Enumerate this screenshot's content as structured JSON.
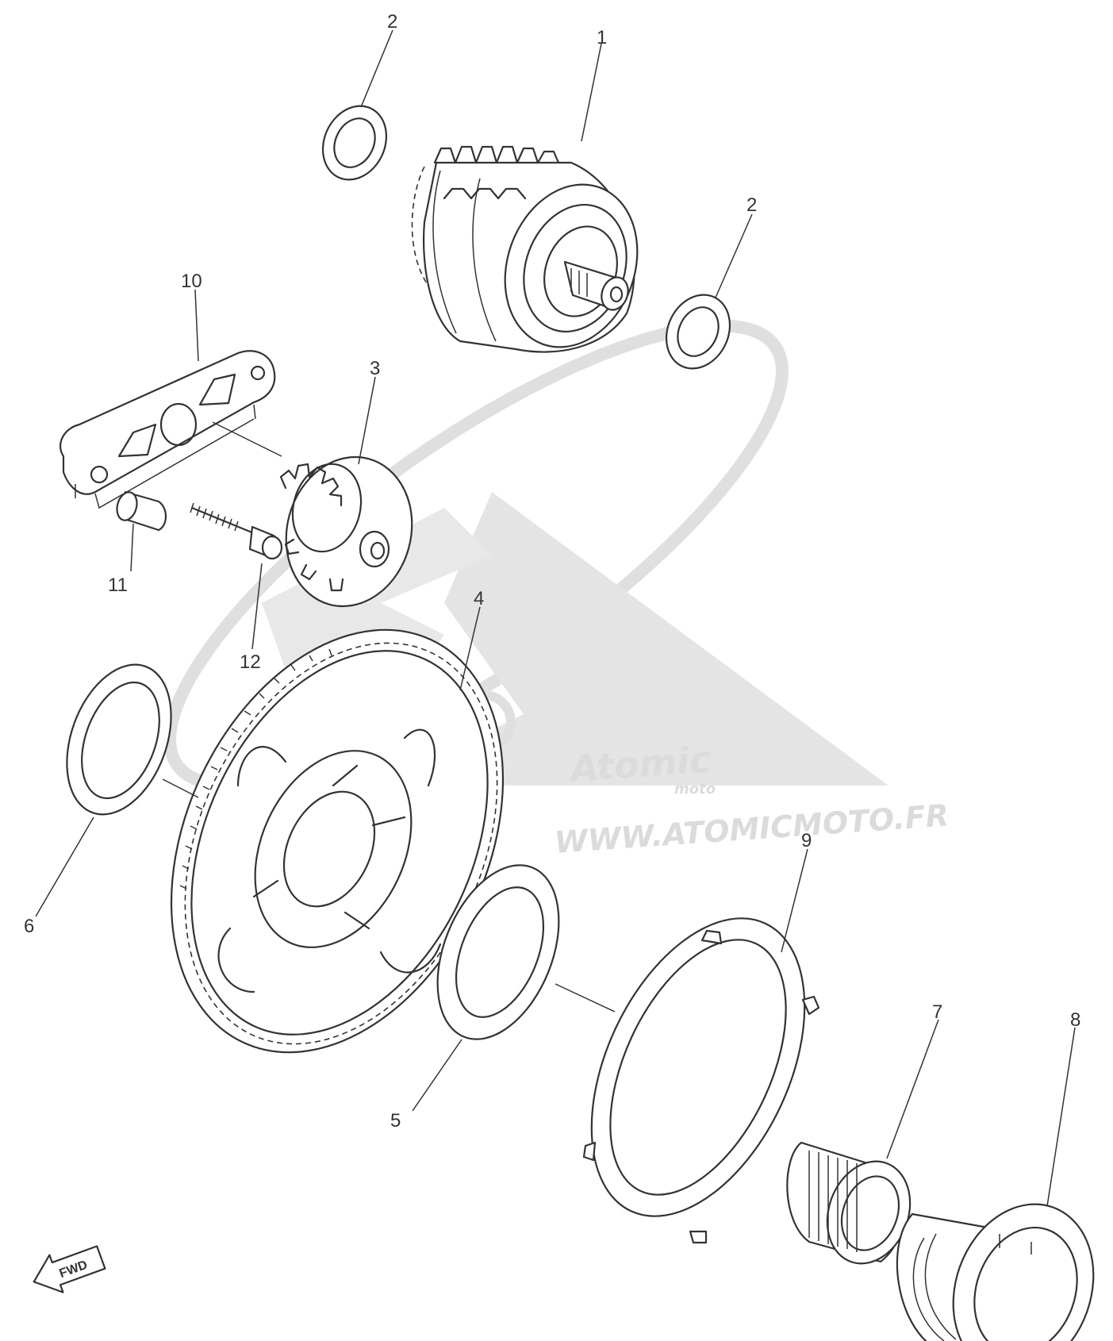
{
  "callouts": {
    "c1": "1",
    "c2a": "2",
    "c2b": "2",
    "c3": "3",
    "c4": "4",
    "c5": "5",
    "c6": "6",
    "c7": "7",
    "c8": "8",
    "c9": "9",
    "c10": "10",
    "c11": "11",
    "c12": "12"
  },
  "fwd_label": "FWD",
  "watermark": {
    "logo_text": "Atomic",
    "logo_sub": "moto",
    "url": "WWW.ATOMICMOTO.FR"
  }
}
